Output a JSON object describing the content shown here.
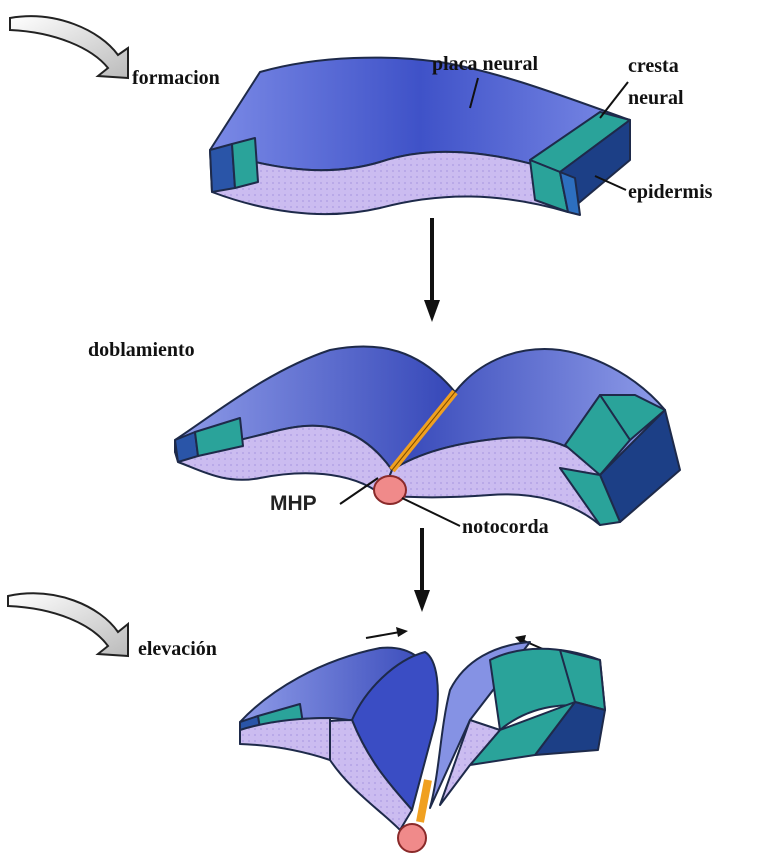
{
  "labels": {
    "formacion": "formacion",
    "placa_neural": "placa neural",
    "cresta": "cresta",
    "neural": "neural",
    "epidermis": "epidermis",
    "doblamiento": "doblamiento",
    "mhp": "MHP",
    "notocorda": "notocorda",
    "elevacion": "elevación"
  },
  "colors": {
    "neural_plate_top": "#5a6bd6",
    "neural_plate_light": "#8fa0ee",
    "neural_plate_side": "#c9b9f0",
    "crest": "#2aa39a",
    "epidermis": "#1c3f86",
    "notochord": "#f08a8a",
    "mhp_strip": "#f0a020",
    "arrow_fill": "#eeeeee"
  }
}
